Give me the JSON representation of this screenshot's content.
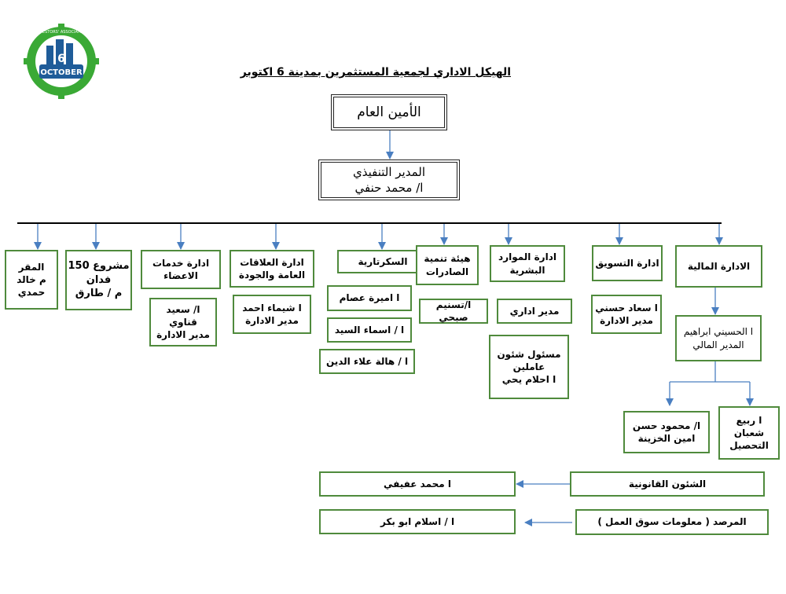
{
  "header": {
    "title": "الهيكل الاداري لجمعية المستثمرين بمدينة 6 اكتوبر",
    "logo": {
      "ring_text": "INVESTORS' ASSOCIATION",
      "number": "6",
      "word": "OCTOBER"
    }
  },
  "top": {
    "secretary_general": "الأمين العام",
    "executive_title": "المدير التنفيذي",
    "executive_name": "ا/ محمد حنفي"
  },
  "departments": {
    "headquarters": {
      "line1": "المقر",
      "line2": "م خالد",
      "line3": "حمدي"
    },
    "project150": {
      "line1": "مشروع 150",
      "line2": "فدان",
      "line3": "م / طارق"
    },
    "member_services": {
      "line1": "ادارة خدمات",
      "line2": "الاعضاء",
      "person1": "ا/ سعيد قناوي",
      "person2": "مدير الادارة"
    },
    "public_relations": {
      "line1": "ادارة العلاقات",
      "line2": "العامة والجودة",
      "person1": "ا شيماء احمد",
      "person2": "مدير الادارة"
    },
    "secretariat": {
      "title": "السكرتارية",
      "staff1": "ا اميرة عصام",
      "staff2": "ا / اسماء السيد",
      "staff3": "ا / هالة علاء الدين"
    },
    "export_authority": {
      "line1": "هيئة تنمية",
      "line2": "الصادرات",
      "person": "ا/تسنيم صبحي"
    },
    "human_resources": {
      "line1": "ادارة الموارد",
      "line2": "البشرية",
      "manager": "مدير اداري",
      "staff_a": "مسئول شئون",
      "staff_b": "عاملين",
      "staff_c": "ا احلام يحي"
    },
    "marketing": {
      "title": "ادارة التسويق",
      "person1": "ا سعاد حسني",
      "person2": "مدير الادارة"
    },
    "finance": {
      "title": "الادارة المالية",
      "manager1": "ا الحسيني ابراهيم",
      "manager2": "المدير المالي",
      "treasury1": "ا/ محمود حسن",
      "treasury2": "امين الخزينة",
      "collection1": "ا ربيع",
      "collection2": "شعبان",
      "collection3": "التحصيل"
    }
  },
  "bottom": {
    "legal": "الشئون القانونية",
    "legal_person": "ا محمد عفيفي",
    "observatory": "المرصد ( معلومات سوق العمل )",
    "observatory_person": "ا / اسلام ابو بكر"
  },
  "colors": {
    "box_border": "#4f8a3c",
    "arrow": "#4a7fc1",
    "logo_green": "#3aa935",
    "logo_blue": "#1f5c99"
  }
}
